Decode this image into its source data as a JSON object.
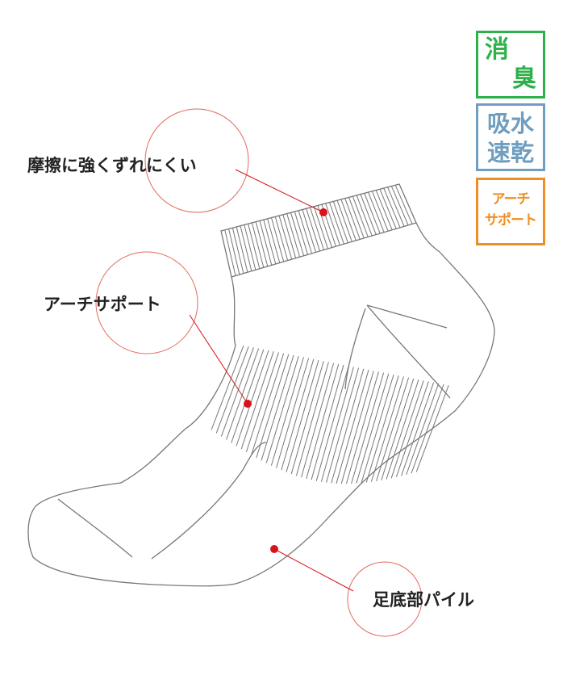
{
  "callouts": {
    "cuff": "摩擦に強くずれにくい",
    "arch": "アーチサポート",
    "sole": "足底部パイル"
  },
  "badges": {
    "deodorant": {
      "line1": "消",
      "line2": "臭"
    },
    "quick_dry": {
      "line1": "吸水",
      "line2": "速乾"
    },
    "arch_support": {
      "line1": "アーチ",
      "line2": "サポート"
    }
  },
  "colors": {
    "deodorant": "#2fb14a",
    "quick_dry": "#6f9ec0",
    "arch_support": "#ef8e24",
    "marker": "#d9121b",
    "circle": "#e26a5c",
    "outline": "#777777"
  }
}
